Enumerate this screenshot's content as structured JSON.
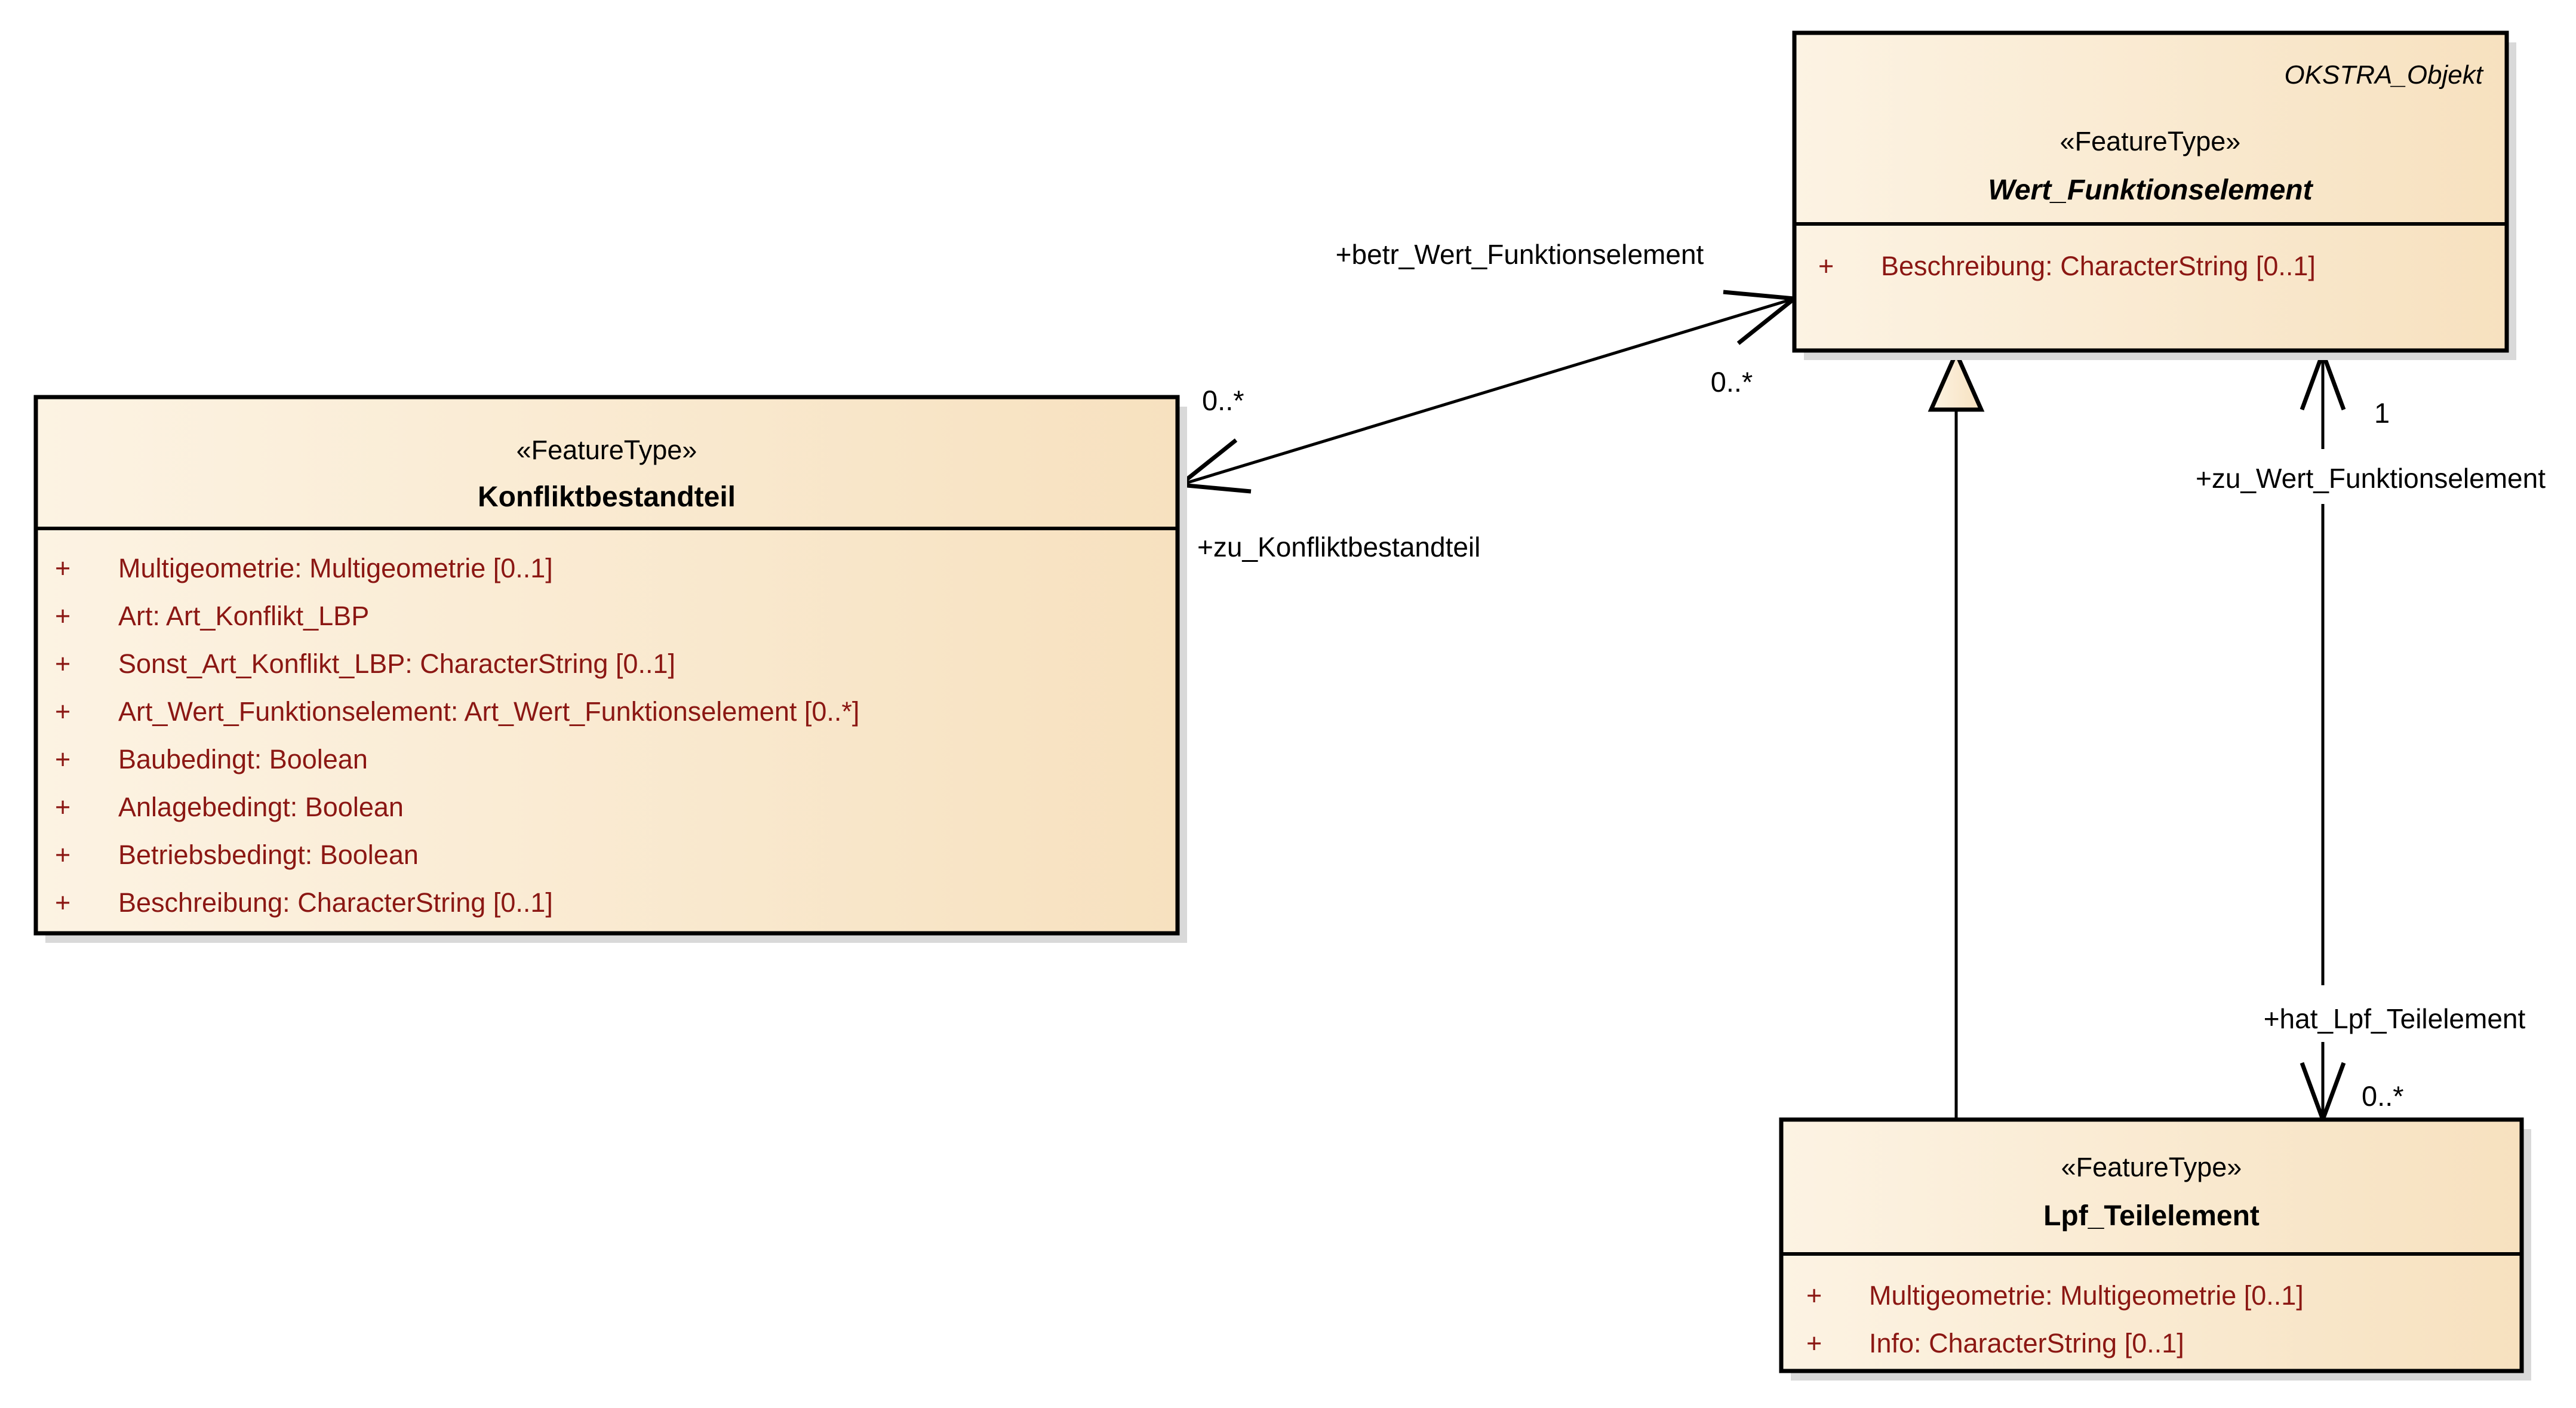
{
  "diagram_type": "uml-class-diagram",
  "colors": {
    "fill_light": "#fcf3e3",
    "fill_dark": "#f7e1bf",
    "attr_text": "#8b1713",
    "shadow": "#d9d9d9",
    "line": "#000000",
    "background": "#ffffff"
  },
  "wert": {
    "tagline": "OKSTRA_Objekt",
    "stereotype": "«FeatureType»",
    "name": "Wert_Funktionselement",
    "attrs": [
      {
        "vis": "+",
        "text": "Beschreibung: CharacterString [0..1]"
      }
    ]
  },
  "konflikt": {
    "stereotype": "«FeatureType»",
    "name": "Konfliktbestandteil",
    "attrs": [
      {
        "vis": "+",
        "text": "Multigeometrie: Multigeometrie [0..1]"
      },
      {
        "vis": "+",
        "text": "Art: Art_Konflikt_LBP"
      },
      {
        "vis": "+",
        "text": "Sonst_Art_Konflikt_LBP: CharacterString [0..1]"
      },
      {
        "vis": "+",
        "text": "Art_Wert_Funktionselement: Art_Wert_Funktionselement [0..*]"
      },
      {
        "vis": "+",
        "text": "Baubedingt: Boolean"
      },
      {
        "vis": "+",
        "text": "Anlagebedingt: Boolean"
      },
      {
        "vis": "+",
        "text": "Betriebsbedingt: Boolean"
      },
      {
        "vis": "+",
        "text": "Beschreibung: CharacterString [0..1]"
      }
    ]
  },
  "lpf": {
    "stereotype": "«FeatureType»",
    "name": "Lpf_Teilelement",
    "attrs": [
      {
        "vis": "+",
        "text": "Multigeometrie: Multigeometrie [0..1]"
      },
      {
        "vis": "+",
        "text": "Info: CharacterString [0..1]"
      }
    ]
  },
  "edges": {
    "betr_label": "+betr_Wert_Funktionselement",
    "zu_konflikt_label": "+zu_Konfliktbestandteil",
    "mult_konflikt_end": "0..*",
    "mult_wert_end": "0..*",
    "zu_wert_label": "+zu_Wert_Funktionselement",
    "mult_one": "1",
    "hat_lpf_label": "+hat_Lpf_Teilelement",
    "mult_lpf_end": "0..*"
  }
}
